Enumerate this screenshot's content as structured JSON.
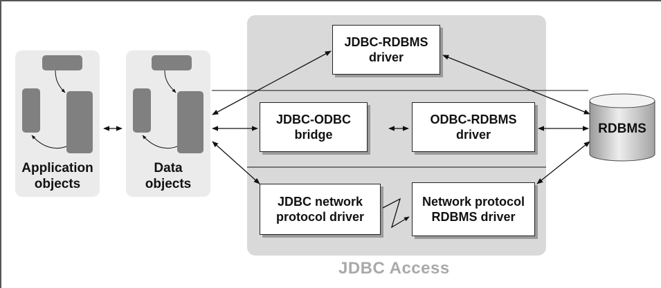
{
  "groups": {
    "application": {
      "label": "Application\nobjects"
    },
    "data": {
      "label": "Data\nobjects"
    },
    "access": {
      "label": "JDBC Access"
    }
  },
  "drivers": {
    "jdbc_rdbms": "JDBC-RDBMS\ndriver",
    "jdbc_odbc": "JDBC-ODBC\nbridge",
    "odbc_rdbms": "ODBC-RDBMS\ndriver",
    "jdbc_network": "JDBC network\nprotocol driver",
    "network_rdbms": "Network protocol\nRDBMS driver"
  },
  "database": {
    "label": "RDBMS"
  }
}
